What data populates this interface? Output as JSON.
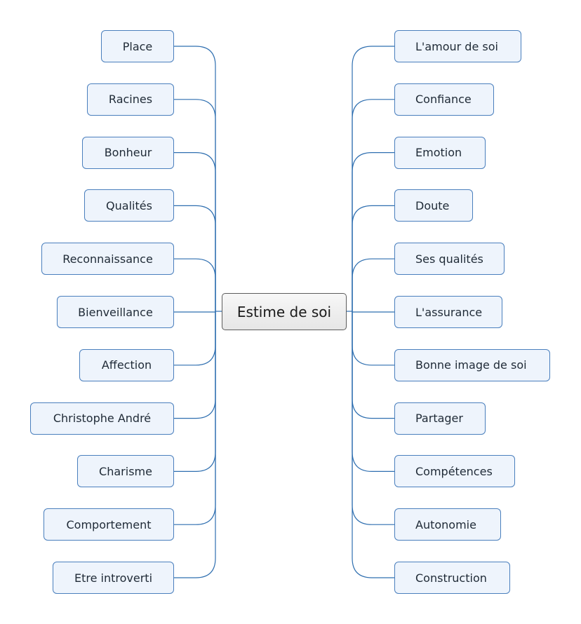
{
  "central_topic": "Estime de soi",
  "left_topics": [
    "Place",
    "Racines",
    "Bonheur",
    "Qualités",
    "Reconnaissance",
    "Bienveillance",
    "Affection",
    "Christophe André",
    "Charisme",
    "Comportement",
    "Etre introverti"
  ],
  "right_topics": [
    "L'amour de soi",
    "Confiance",
    "Emotion",
    "Doute",
    "Ses qualités",
    "L'assurance",
    "Bonne image de soi",
    "Partager",
    "Compétences",
    "Autonomie",
    "Construction"
  ],
  "colors": {
    "line": "#2f6fb0",
    "node_border": "#4a7fbd",
    "node_fill": "#eef4fc",
    "center_border": "#5c5c5c"
  }
}
